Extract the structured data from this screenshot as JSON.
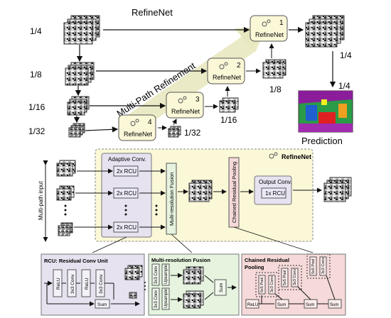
{
  "title": "RefineNet",
  "scales": [
    "1/4",
    "1/8",
    "1/16",
    "1/32"
  ],
  "multipath_label": "Multi-Path Refinement",
  "refinenet_blocks": [
    {
      "number": "1",
      "label": "RefineNet"
    },
    {
      "number": "2",
      "label": "RefineNet"
    },
    {
      "number": "3",
      "label": "RefineNet"
    },
    {
      "number": "4",
      "label": "RefineNet"
    }
  ],
  "output_scales": [
    "1/4",
    "1/8",
    "1/16",
    "1/32"
  ],
  "prediction_label": "Prediction",
  "detail": {
    "title": "RefineNet",
    "input_label": "Multi-path input",
    "adaptive_conv_title": "Adaptive Conv.",
    "rcu_label": "2x RCU",
    "fusion_label": "Multi-resolution Fusion",
    "chained_pool_label": "Chained Residual Pooling",
    "output_conv_title": "Output Conv.",
    "output_rcu_label": "1x RCU"
  },
  "rcu_panel": {
    "title": "RCU: Residual Conv Unit",
    "ops": [
      "ReLU",
      "3x3 Conv",
      "ReLU",
      "3x3 Conv"
    ],
    "sum": "Sum"
  },
  "fusion_panel": {
    "title": "Multi-resolution Fusion",
    "ops": [
      "3x3 Conv",
      "Upsample",
      "3x3 Conv",
      "Upsample"
    ],
    "sum": "Sum"
  },
  "pool_panel": {
    "title": "Chained Residual Pooling",
    "ops": [
      "ReLU",
      "5x5 Pool",
      "3x3 Conv",
      "5x5 Pool",
      "3x3 Conv",
      "5x5 Pool",
      "3x3 Conv"
    ],
    "sum": "Sum"
  },
  "colors": {
    "refinenet_fill": "#fbf8d8",
    "refinenet_stroke": "#555555",
    "path_band": "#e8e8c0",
    "adaptive_fill": "#e6e2ef",
    "fusion_fill": "#e5f3df",
    "pool_fill": "#f6d9d9",
    "rcu_box_fill": "#ebe9f6",
    "seg_colors": [
      "#2b9b47",
      "#8b1d9b",
      "#f0a020",
      "#e02020",
      "#1f5fd0",
      "#f0f020"
    ]
  }
}
